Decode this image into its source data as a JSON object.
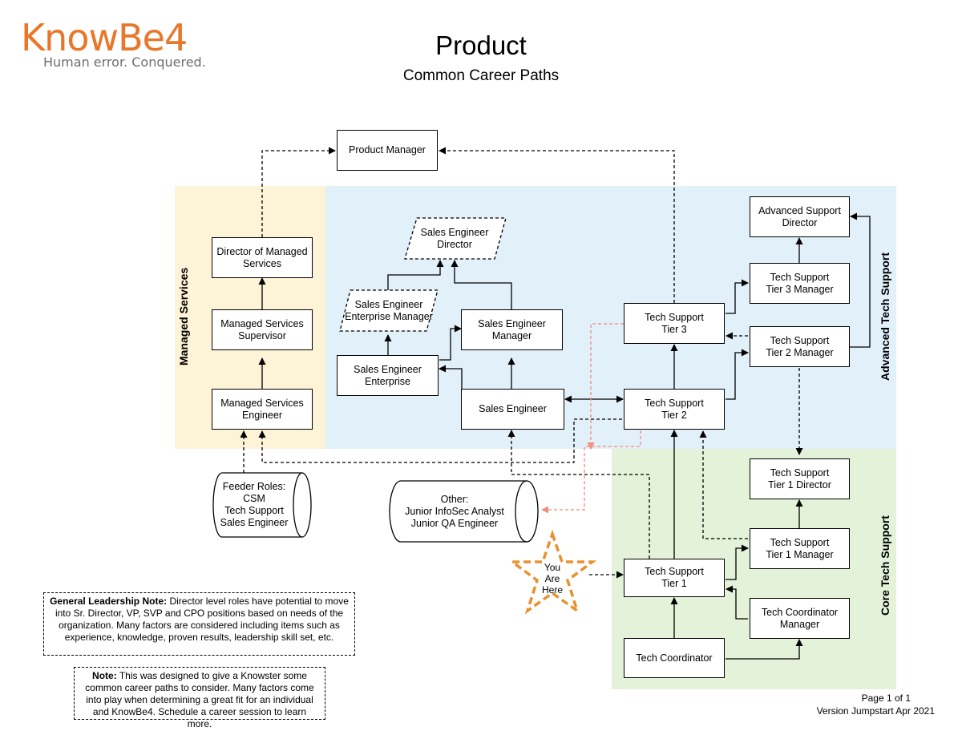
{
  "logo": {
    "wordmark": "KnowBe4",
    "tagline": "Human error. Conquered."
  },
  "header": {
    "title": "Product",
    "subtitle": "Common Career Paths"
  },
  "regions": {
    "managed": {
      "label": "Managed Services",
      "color": "#fdf3d6"
    },
    "advanced": {
      "label": "Advanced Tech Support",
      "color": "#e1f0f9"
    },
    "core": {
      "label": "Core Tech Support",
      "color": "#e3f2d9"
    }
  },
  "nodes": {
    "product_manager": "Product Manager",
    "director_managed_services": "Director of Managed\nServices",
    "managed_services_supervisor": "Managed Services\nSupervisor",
    "managed_services_engineer": "Managed Services\nEngineer",
    "sales_engineer_director": "Sales Engineer\nDirector",
    "sales_engineer_enterprise_manager": "Sales Engineer\nEnterprise Manager",
    "sales_engineer_manager": "Sales Engineer\nManager",
    "sales_engineer_enterprise": "Sales Engineer\nEnterprise",
    "sales_engineer": "Sales Engineer",
    "tech_support_tier3": "Tech Support\nTier 3",
    "tech_support_tier2": "Tech Support\nTier 2",
    "tech_support_tier1": "Tech Support\nTier 1",
    "advanced_support_director": "Advanced Support\nDirector",
    "tech_support_tier3_manager": "Tech Support\nTier 3 Manager",
    "tech_support_tier2_manager": "Tech Support\nTier 2 Manager",
    "tech_support_tier1_director": "Tech Support\nTier 1 Director",
    "tech_support_tier1_manager": "Tech Support\nTier 1 Manager",
    "tech_coordinator_manager": "Tech Coordinator\nManager",
    "tech_coordinator": "Tech Coordinator",
    "feeder_roles": "Feeder Roles:\nCSM\nTech Support\nSales Engineer",
    "other_roles": "Other:\nJunior InfoSec Analyst\nJunior QA Engineer",
    "you_are_here": "You\nAre\nHere"
  },
  "notes": {
    "leadership_label": "General Leadership Note:",
    "leadership_text": " Director level roles have potential to move into Sr. Director, VP, SVP and CPO positions based on needs of the organization. Many factors are considered including items such as experience, knowledge, proven results, leadership skill set, etc.",
    "design_label": "Note:",
    "design_text": " This was designed to give a Knowster some common career paths to consider. Many factors come into play when determining a great fit for an individual and KnowBe4. Schedule a career session to learn more."
  },
  "footer": {
    "page": "Page 1 of 1",
    "version": "Version Jumpstart Apr 2021"
  },
  "colors": {
    "brand_orange": "#e8762b",
    "brand_gray": "#6d6e71",
    "star": "#e8922e",
    "other_arrow": "#f28c7c"
  }
}
